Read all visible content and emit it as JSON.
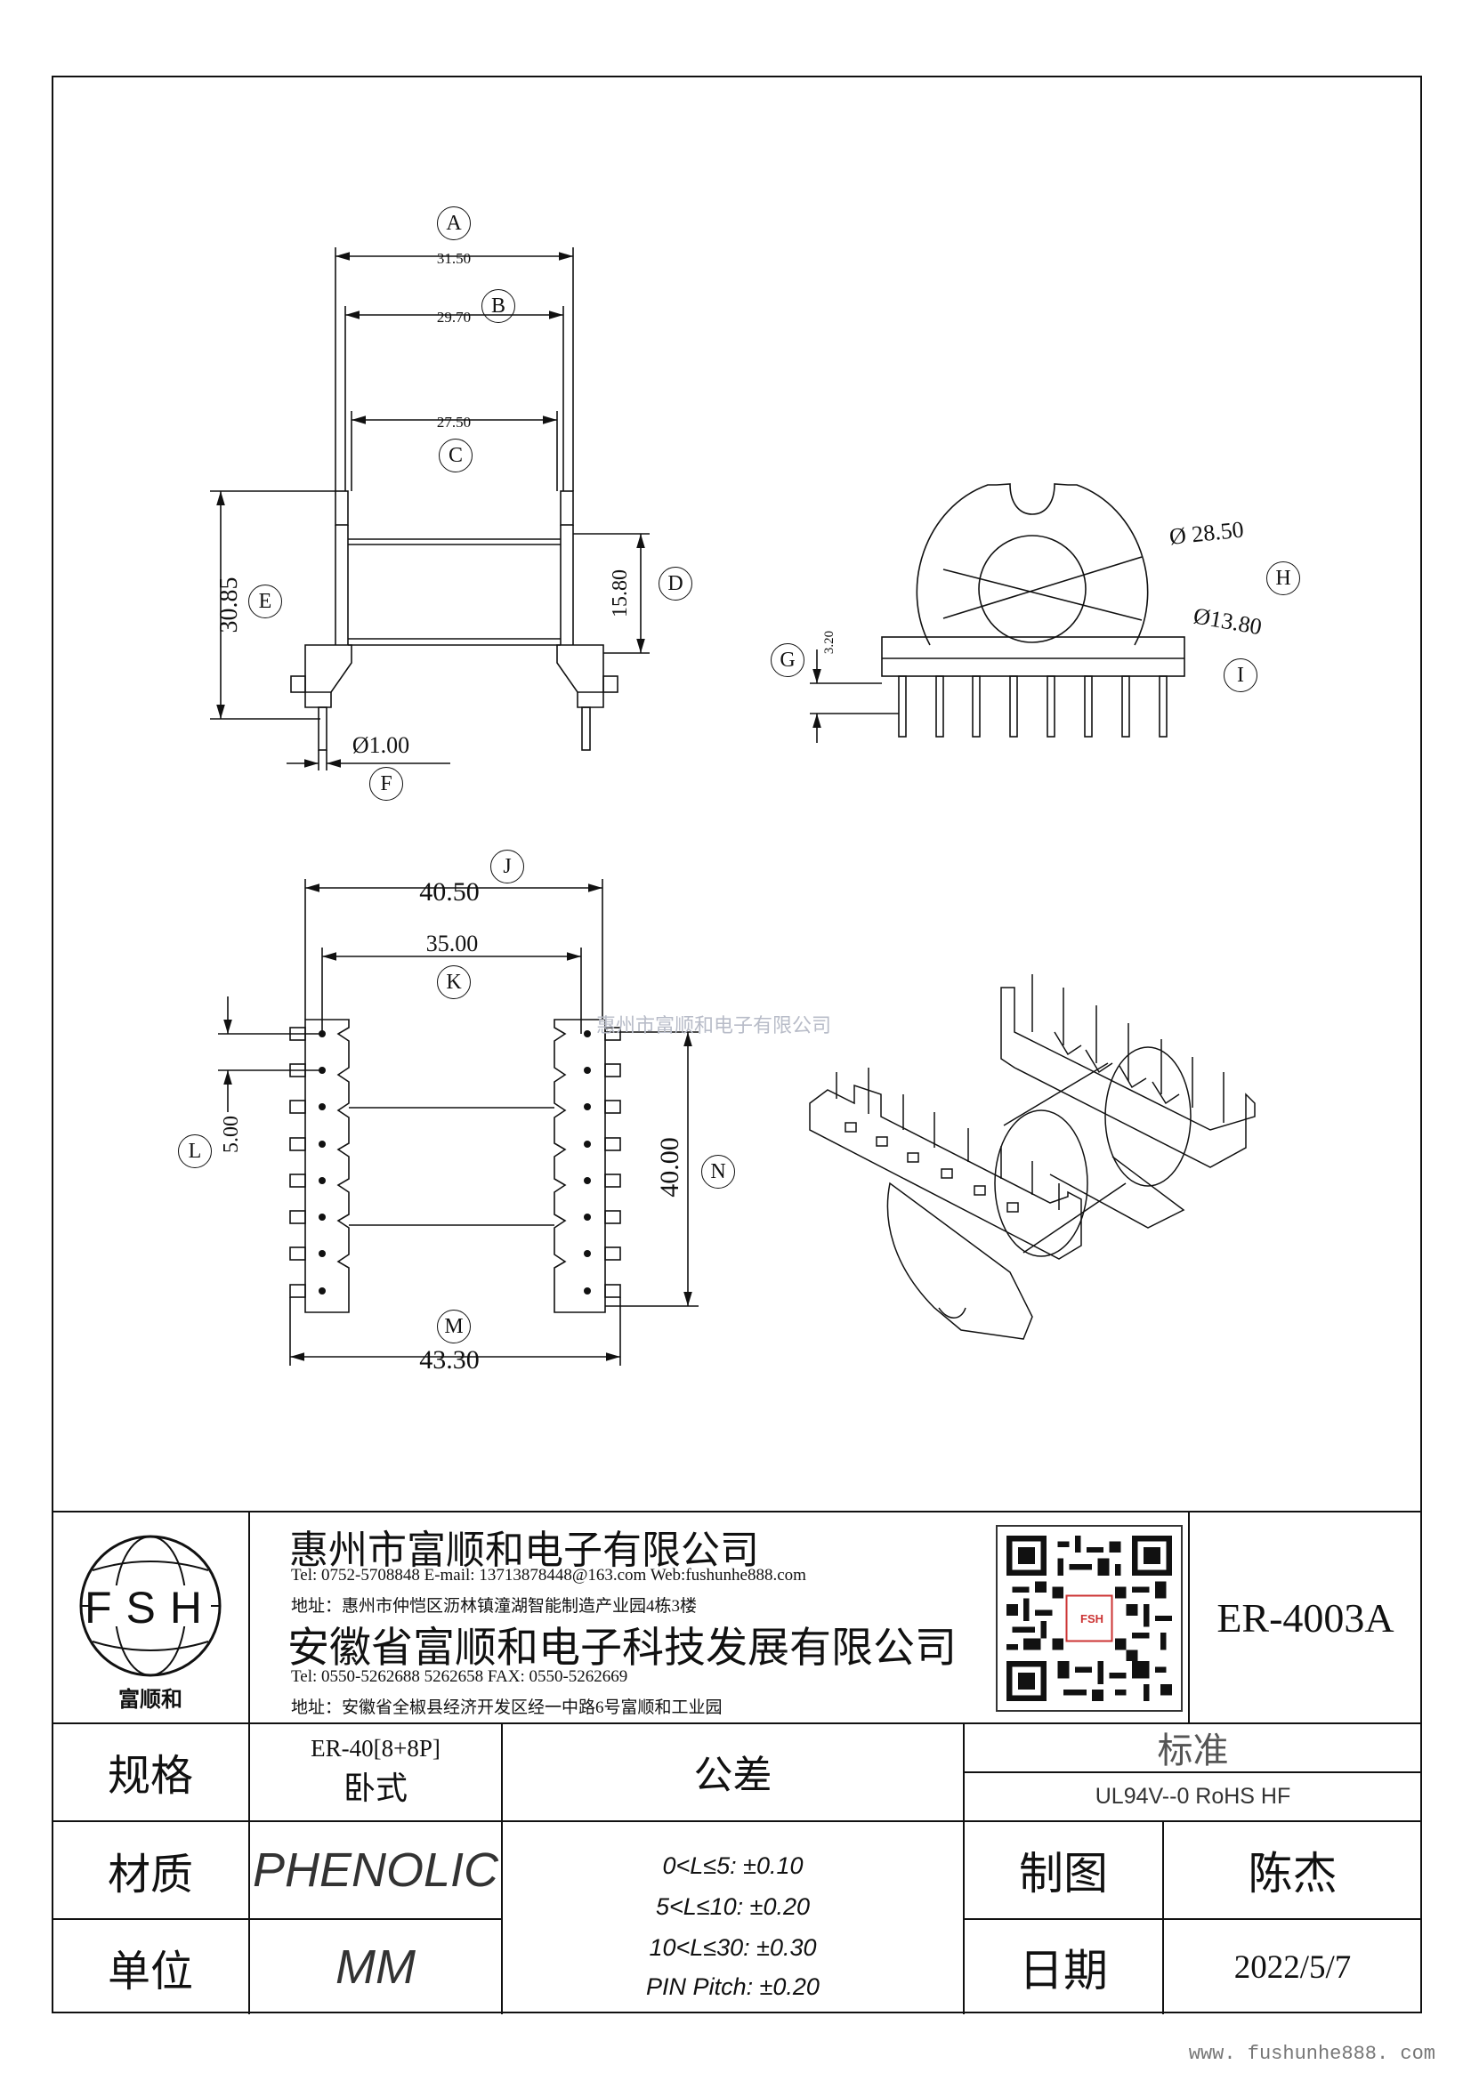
{
  "drawing": {
    "labels": {
      "A": "A",
      "B": "B",
      "C": "C",
      "D": "D",
      "E": "E",
      "F": "F",
      "G": "G",
      "H": "H",
      "I": "I",
      "J": "J",
      "K": "K",
      "L": "L",
      "M": "M",
      "N": "N"
    },
    "dims": {
      "A": "31.50",
      "B": "29.70",
      "C": "27.50",
      "D": "15.80",
      "E": "30.85",
      "F": "Ø1.00",
      "G": "3.20",
      "H1": "Ø 28.50",
      "H2": "Ø13.80",
      "J": "40.50",
      "K": "35.00",
      "L": "5.00",
      "M": "43.30",
      "N": "40.00"
    },
    "watermark": "惠州市富顺和电子有限公司"
  },
  "company": {
    "logo_text": "FSH",
    "logo_sub": "富顺和",
    "name1": "惠州市富顺和电子有限公司",
    "contact1": "Tel: 0752-5708848  E-mail: 13713878448@163.com  Web:fushunhe888.com",
    "addr1": "地址：惠州市仲恺区沥林镇潼湖智能制造产业园4栋3楼",
    "name2": "安徽省富顺和电子科技发展有限公司",
    "contact2": "Tel:  0550-5262688  5262658      FAX: 0550-5262669",
    "addr2": "地址：安徽省全椒县经济开发区经一中路6号富顺和工业园",
    "qr_label": "FSH",
    "part_no": "ER-4003A"
  },
  "table": {
    "spec_label": "规格",
    "spec_value1": "ER-40[8+8P]",
    "spec_value2": "卧式",
    "tol_label": "公差",
    "tol_lines": [
      "0<L≤5: ±0.10",
      "5<L≤10: ±0.20",
      "10<L≤30: ±0.30",
      "PIN Pitch: ±0.20"
    ],
    "std_label": "标准",
    "std_value": "UL94V--0  RoHS HF",
    "material_label": "材质",
    "material_value": "PHENOLIC",
    "drawn_label": "制图",
    "drawn_value": "陈杰",
    "unit_label": "单位",
    "unit_value": "MM",
    "date_label": "日期",
    "date_value": "2022/5/7"
  },
  "footer": "www. fushunhe888. com"
}
